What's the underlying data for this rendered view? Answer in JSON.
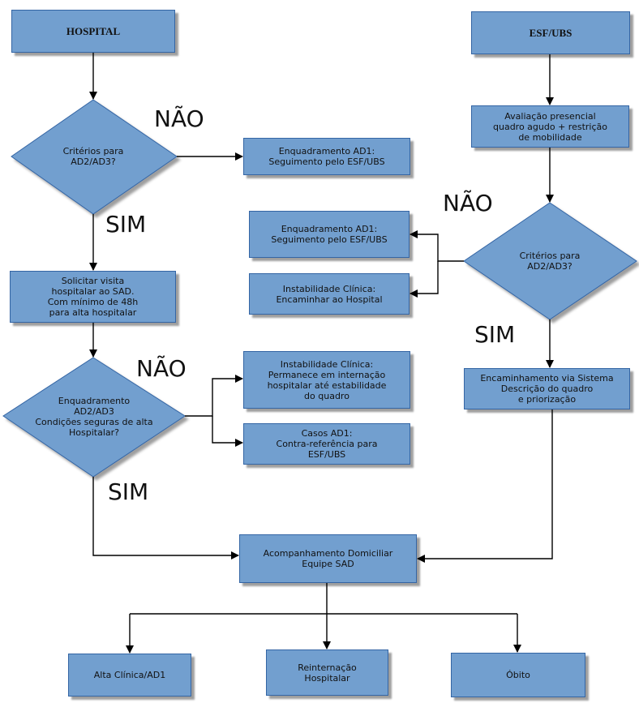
{
  "nodes": {
    "hospital": "HOSPITAL",
    "esf_ubs": "ESF/UBS",
    "criterios_left": "Critérios para\nAD2/AD3?",
    "enquadramento_ad1_top": "Enquadramento AD1:\nSeguimento pelo ESF/UBS",
    "solicitar_visita": "Solicitar visita\nhospitalar ao SAD.\nCom mínimo de 48h\npara alta hospitalar",
    "enquadramento_cond": "Enquadramento\nAD2/AD3\nCondições seguras de alta\nHospitalar?",
    "instabilidade_internacao": "Instabilidade Clínica:\nPermanece em internação\nhospitalar até estabilidade\ndo quadro",
    "casos_ad1": "Casos AD1:\nContra-referência para\nESF/UBS",
    "avaliacao_presencial": "Avaliação presencial\nquadro agudo + restrição\nde mobilidade",
    "criterios_right": "Critérios para\nAD2/AD3?",
    "enquadramento_ad1_right": "Enquadramento AD1:\nSeguimento pelo ESF/UBS",
    "instabilidade_hospital": "Instabilidade Clínica:\nEncaminhar ao Hospital",
    "encaminhamento_sistema": "Encaminhamento via Sistema\nDescrição do quadro\ne priorização",
    "acompanhamento": "Acompanhamento Domiciliar\nEquipe SAD",
    "alta_clinica": "Alta Clínica/AD1",
    "reinternacao": "Reinternação\nHospitalar",
    "obito": "Óbito"
  },
  "labels": {
    "nao_1": "NÃO",
    "sim_1": "SIM",
    "nao_2": "NÃO",
    "sim_2": "SIM",
    "nao_3": "NÃO",
    "sim_3": "SIM"
  },
  "colors": {
    "node_fill": "#729fcf",
    "node_border": "#3465a4",
    "line": "#000000"
  }
}
